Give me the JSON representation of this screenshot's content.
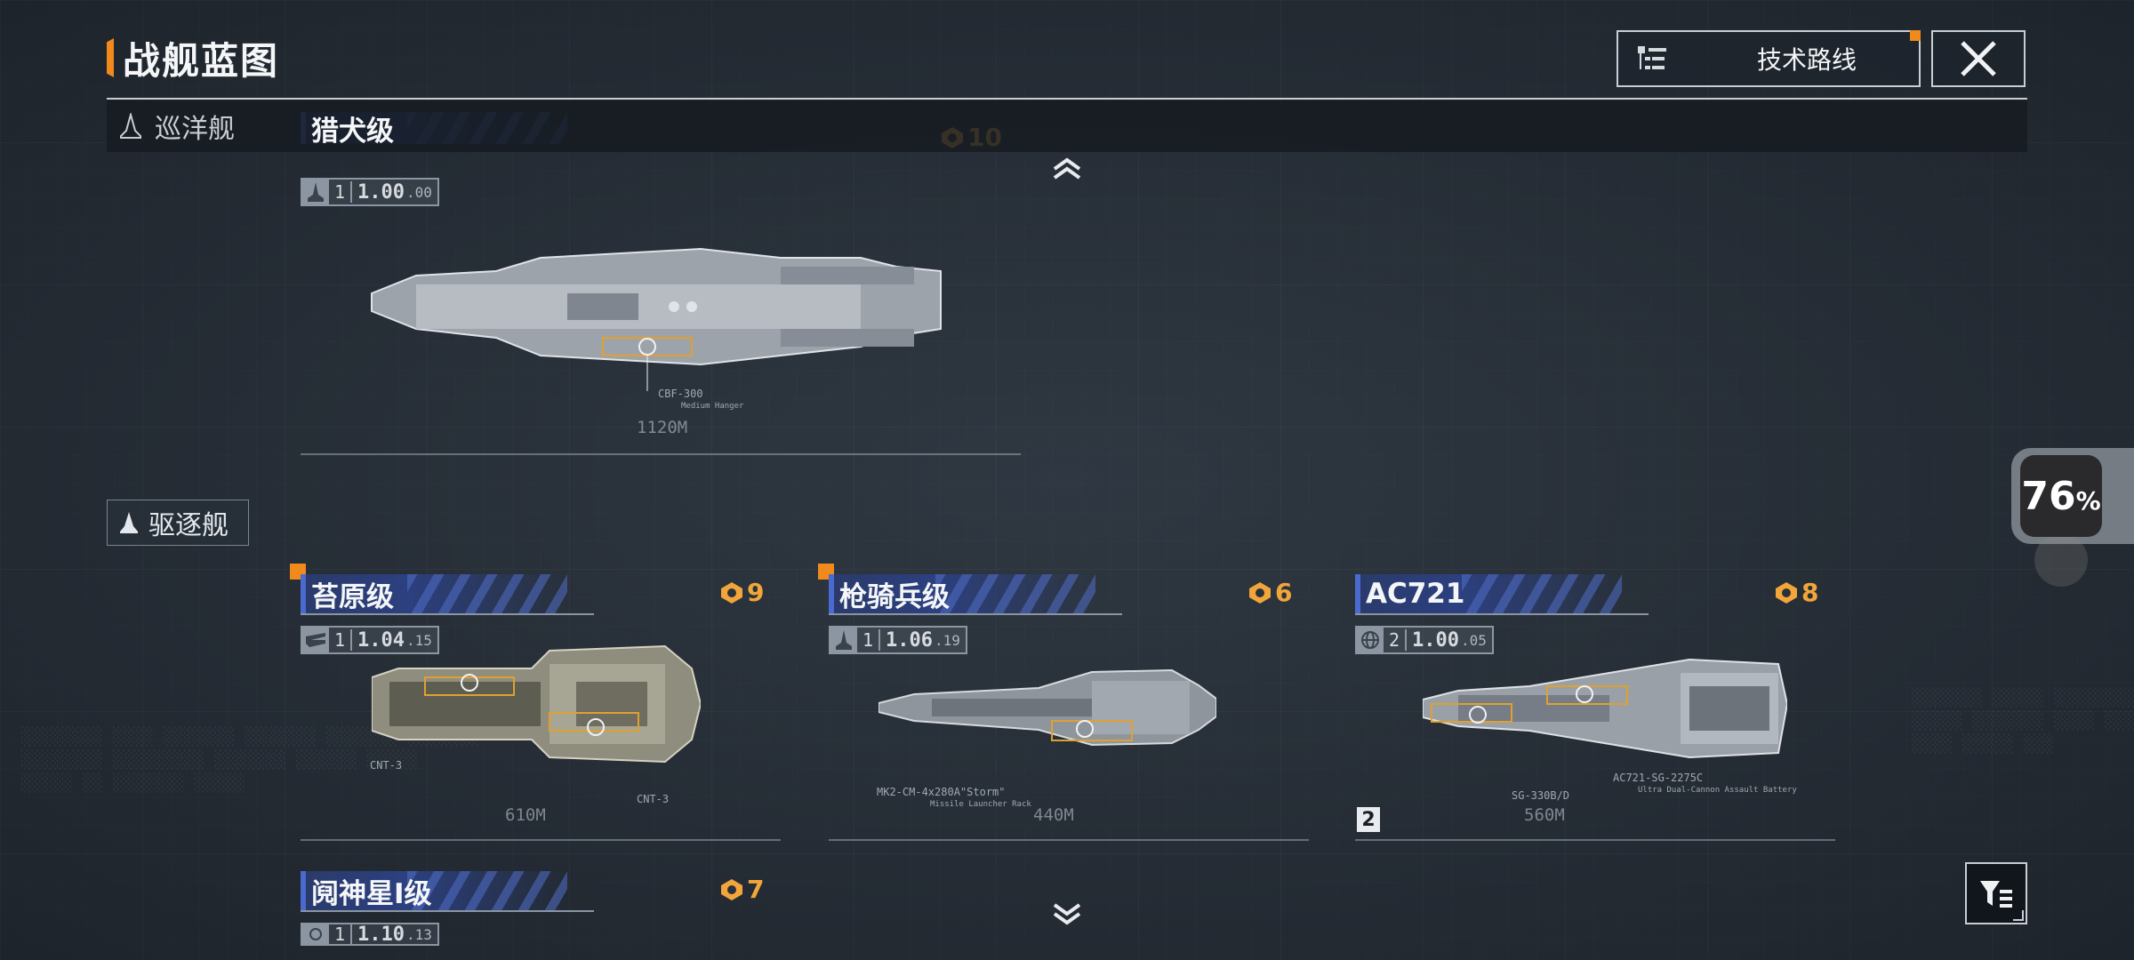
{
  "header": {
    "title": "战舰蓝图",
    "tech_route_label": "技术路线"
  },
  "categories": {
    "cruiser": "巡洋舰",
    "destroyer": "驱逐舰"
  },
  "partial_top_card": {
    "name": "猎犬级",
    "stat_tier": "1",
    "stat_main": "1.00",
    "stat_sub": ".00",
    "weapon": "CBF-300",
    "weapon_sub": "Medium Hanger",
    "length": "1120M",
    "cost": "10"
  },
  "ships": [
    {
      "name": "苔原级",
      "cost": "9",
      "stat_tier": "1",
      "stat_main": "1.04",
      "stat_sub": ".15",
      "length": "610M",
      "weapon_a": "CNT-3",
      "weapon_b": "CNT-3",
      "is_new": true
    },
    {
      "name": "枪骑兵级",
      "cost": "6",
      "stat_tier": "1",
      "stat_main": "1.06",
      "stat_sub": ".19",
      "length": "440M",
      "weapon_a": "MK2-CM-4x280A\"Storm\"",
      "weapon_b": "Missile Launcher Rack",
      "is_new": true
    },
    {
      "name": "AC721",
      "cost": "8",
      "stat_tier": "2",
      "stat_main": "1.00",
      "stat_sub": ".05",
      "length": "560M",
      "weapon_a": "AC721-SG-2275C",
      "weapon_a_sub": "Ultra Dual-Cannon Assault Battery",
      "weapon_b": "SG-330B/D",
      "tier_badge": "2",
      "is_new": false
    }
  ],
  "partial_bottom_card": {
    "name": "阋神星Ⅰ级",
    "cost": "7",
    "stat_tier": "1",
    "stat_main": "1.10",
    "stat_sub": ".13"
  },
  "progress_widget": {
    "value": "76",
    "unit": "%"
  },
  "colors": {
    "accent": "#f08a1c",
    "cost": "#f2a53a",
    "name_plate": "#2c4080"
  }
}
